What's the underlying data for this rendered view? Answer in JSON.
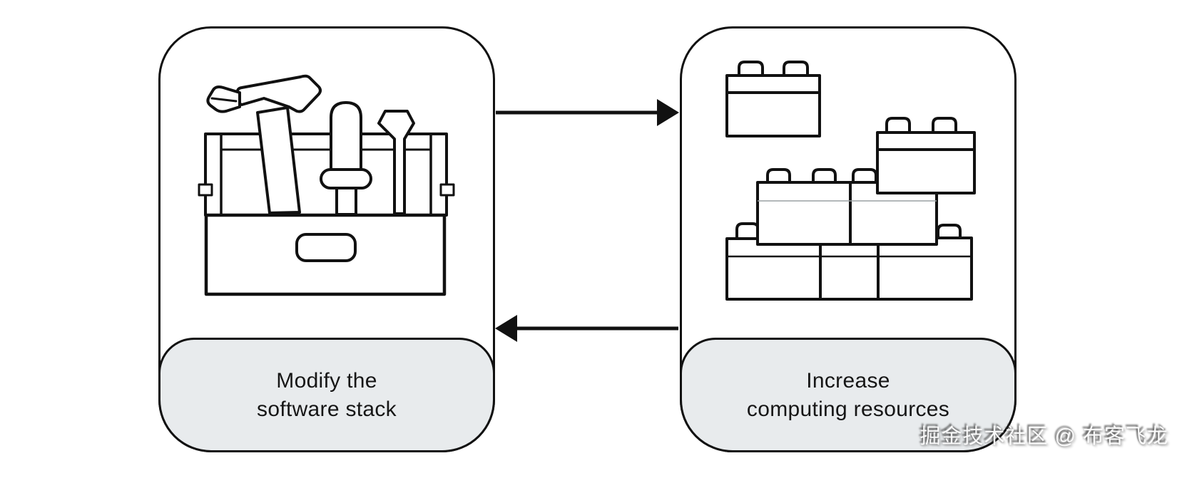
{
  "diagram": {
    "title": "",
    "left_node": {
      "icon": "toolbox-icon",
      "line1": "Modify the",
      "line2": "software stack"
    },
    "right_node": {
      "icon": "lego-bricks-icon",
      "line1": "Increase",
      "line2": "computing resources"
    },
    "arrows": [
      "left-to-right-top",
      "right-to-left-bottom"
    ]
  },
  "watermark": {
    "text": "掘金技术社区 @ 布客飞龙"
  },
  "colors": {
    "background": "#ffffff",
    "stroke": "#111111",
    "label_background": "#e8ebed",
    "label_text": "#161616"
  }
}
